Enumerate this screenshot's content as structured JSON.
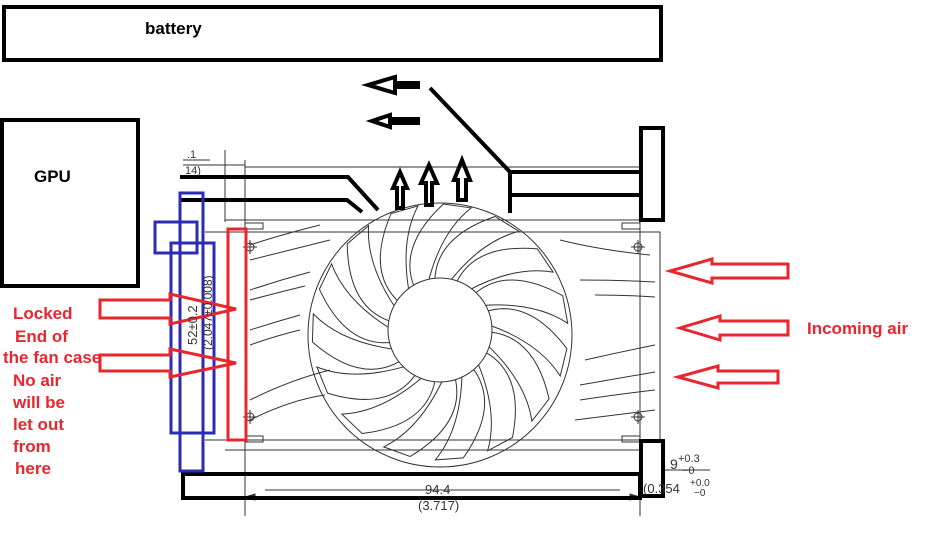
{
  "labels": {
    "battery": "battery",
    "gpu": "GPU",
    "locked_lines": [
      "Locked",
      "End of",
      "the fan case",
      "No air",
      "will be",
      "let out",
      "from",
      "here"
    ],
    "incoming_air": "Incoming air"
  },
  "dimensions": {
    "width_main": "94.4",
    "width_inch": "(3.717)",
    "height_main": "52±0.2",
    "height_inch": "(2.047±0.008)",
    "corner_tick": ".1",
    "corner_tick2": "14)",
    "thickness_main": "9",
    "thickness_tol_plus": "+0.3",
    "thickness_tol_minus": "−0",
    "thickness_inch": "(0.354",
    "thickness_inch_tol_plus": "+0.0",
    "thickness_inch_tol_minus": "−0"
  },
  "colors": {
    "annotation_red": "#e8262e",
    "highlight_blue": "#2b2bb8",
    "outline_black": "#000000",
    "drawing_line": "#333333"
  },
  "fan": {
    "blade_count": 15
  }
}
